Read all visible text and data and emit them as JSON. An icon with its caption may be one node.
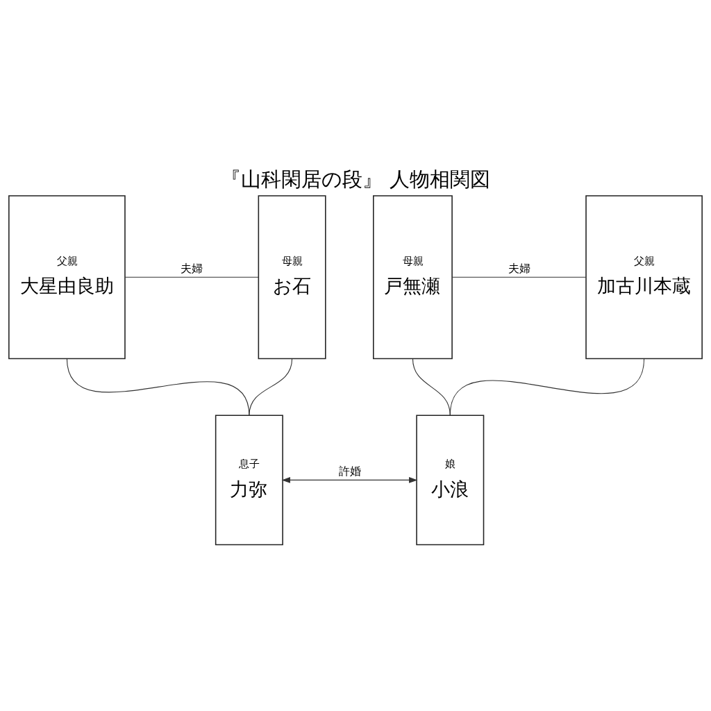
{
  "diagram": {
    "title": "『山科閑居の段』 人物相関図",
    "nodes": [
      {
        "text": [
          "父親",
          "大星由良助"
        ]
      },
      {
        "text": [
          "母親",
          "お石"
        ]
      },
      {
        "text": [
          "母親",
          "戸無瀬"
        ]
      },
      {
        "text": [
          "父親",
          "加古川本蔵"
        ]
      },
      {
        "text": [
          "息子",
          "力弥"
        ]
      },
      {
        "text": [
          "娘",
          "小浪"
        ]
      }
    ],
    "edges": [
      {
        "from": 0,
        "to": 1,
        "arrow": "none",
        "label": "夫婦"
      },
      {
        "from": 0,
        "to": 4,
        "arrow": "none"
      },
      {
        "from": 1,
        "to": 4,
        "arrow": "none"
      },
      {
        "from": 2,
        "to": 3,
        "arrow": "none",
        "label": "夫婦"
      },
      {
        "from": 2,
        "to": 5,
        "arrow": "none"
      },
      {
        "from": 3,
        "to": 5,
        "arrow": "none"
      },
      {
        "from": 4,
        "to": 5,
        "arrow": "both",
        "label": "許婚"
      }
    ]
  }
}
